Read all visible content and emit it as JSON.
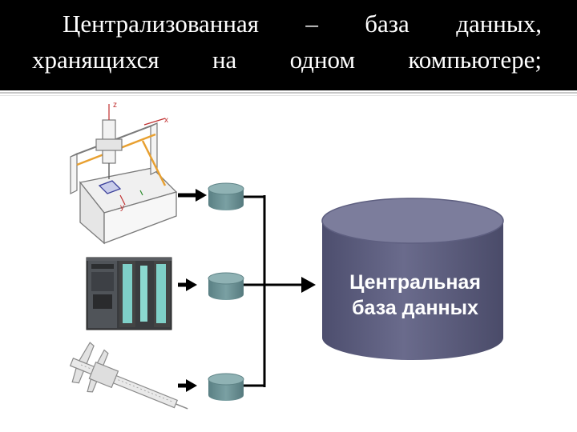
{
  "title": {
    "line1_words": [
      "Централизованная",
      "–",
      "база",
      "данных,"
    ],
    "line2_words": [
      "хранящихся",
      "на",
      "одном",
      "компьютере;"
    ]
  },
  "diagram": {
    "central_db": {
      "line1": "Центральная",
      "line2": "база данных"
    },
    "colors": {
      "header_bg": "#000000",
      "header_text": "#ffffff",
      "central_db_body": "#5e5f80",
      "central_db_top": "#7e7f9e",
      "small_db": "#6a8f92",
      "connector": "#000000"
    },
    "sources": [
      {
        "icon": "cmm-machine-icon",
        "axis_labels": [
          "z",
          "x",
          "y"
        ]
      },
      {
        "icon": "plc-module-icon"
      },
      {
        "icon": "caliper-icon"
      }
    ]
  }
}
